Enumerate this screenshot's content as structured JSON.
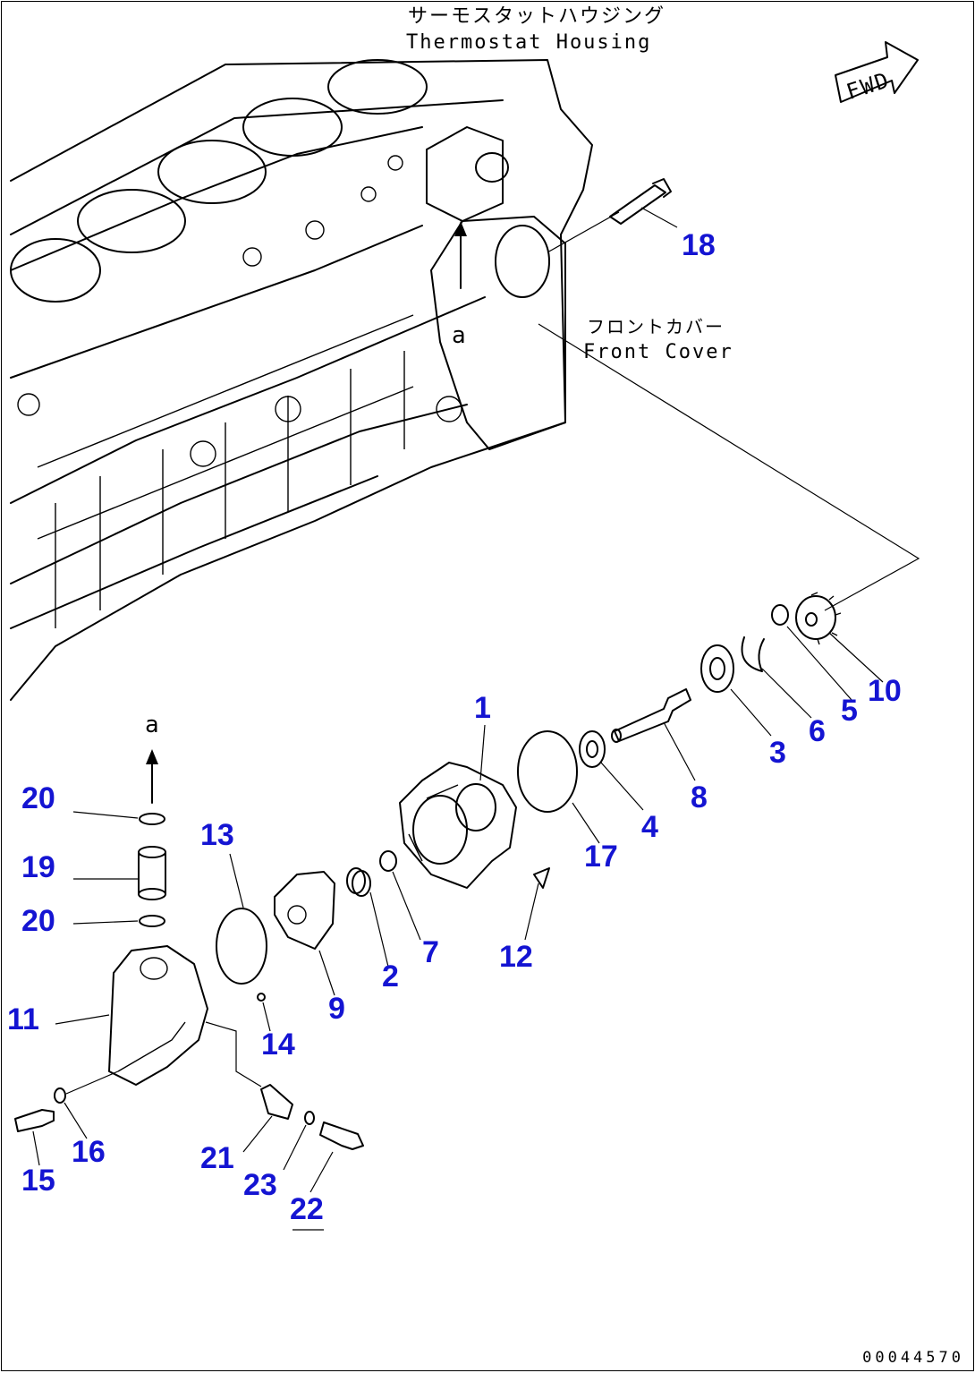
{
  "labels": {
    "thermostat_housing_jp": "サーモスタットハウジング",
    "thermostat_housing_en": "Thermostat Housing",
    "front_cover_jp": "フロントカバー",
    "front_cover_en": "Front Cover",
    "fwd": "FWD",
    "ref_a_top": "a",
    "ref_a_bottom": "a"
  },
  "callouts": [
    "1",
    "2",
    "3",
    "4",
    "5",
    "6",
    "7",
    "8",
    "9",
    "10",
    "11",
    "12",
    "13",
    "14",
    "15",
    "16",
    "17",
    "18",
    "19",
    "20",
    "20",
    "21",
    "22",
    "23"
  ],
  "document_number": "00044570",
  "colors": {
    "callout": "#1414d2",
    "line": "#000000",
    "background": "#ffffff"
  }
}
